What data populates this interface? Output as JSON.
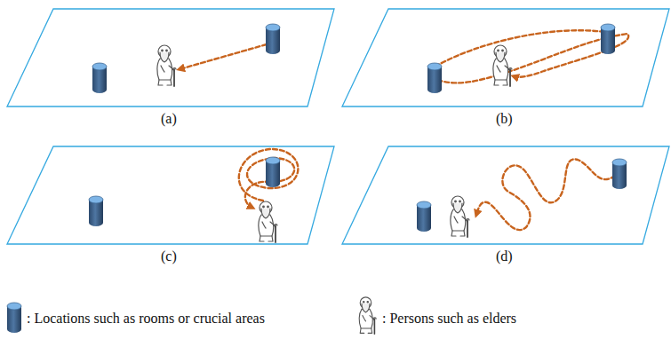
{
  "diagram": {
    "labels": [
      "(a)",
      "(b)",
      "(c)",
      "(d)"
    ],
    "legend": [
      {
        "text": ": Locations such as rooms or crucial areas"
      },
      {
        "text": ": Persons such as elders"
      }
    ]
  }
}
